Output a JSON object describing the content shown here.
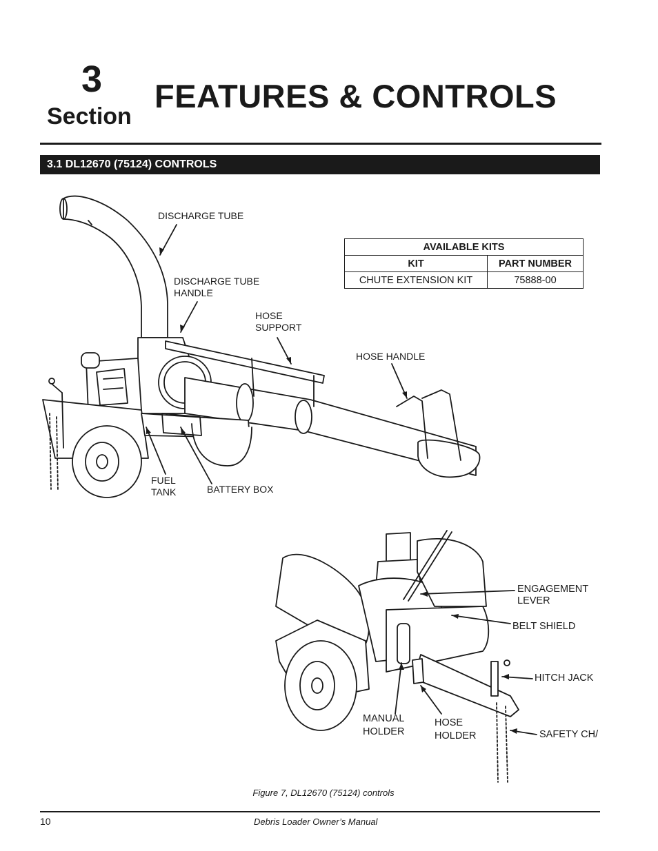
{
  "header": {
    "section_number": "3",
    "section_word": "Section",
    "title": "FEATURES & CONTROLS"
  },
  "subsection": {
    "heading": "3.1  DL12670 (75124) CONTROLS"
  },
  "kits_table": {
    "title": "AVAILABLE KITS",
    "columns": [
      "KIT",
      "PART NUMBER"
    ],
    "rows": [
      {
        "kit": "CHUTE EXTENSION KIT",
        "part_number": "75888-00"
      }
    ]
  },
  "figure1_callouts": {
    "discharge_tube": "DISCHARGE TUBE",
    "discharge_tube_handle": "DISCHARGE TUBE\nHANDLE",
    "hose_support": "HOSE\nSUPPORT",
    "hose_handle": "HOSE HANDLE",
    "fuel_tank": "FUEL\nTANK",
    "battery_box": "BATTERY BOX"
  },
  "figure2_callouts": {
    "engagement_lever": "ENGAGEMENT\nLEVER",
    "belt_shield": "BELT SHIELD",
    "hitch_jack": "HITCH JACK",
    "manual_holder": "MANUAL\nHOLDER",
    "hose_holder": "HOSE\nHOLDER",
    "safety_chain": "SAFETY CH/"
  },
  "figure": {
    "caption": "Figure 7, DL12670 (75124) controls"
  },
  "footer": {
    "page_number": "10",
    "manual_title": "Debris Loader Owner’s Manual"
  }
}
